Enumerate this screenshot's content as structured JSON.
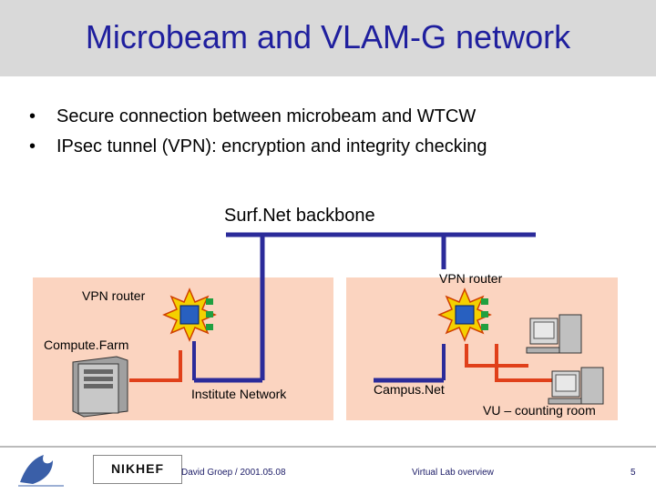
{
  "title": "Microbeam and VLAM-G network",
  "bullets": [
    "Secure connection between microbeam and WTCW",
    "IPsec tunnel (VPN): encryption and integrity checking"
  ],
  "diagram": {
    "backbone_label": "Surf.Net backbone",
    "left_vpn_router": "VPN router",
    "right_vpn_router": "VPN router",
    "compute_farm": "Compute.Farm",
    "institute_network": "Institute Network",
    "campus_net": "Campus.Net",
    "vu_room": "VU – counting room"
  },
  "footer": {
    "logo_text": "NIKHEF",
    "author_date": "David Groep / 2001.05.08",
    "center": "Virtual Lab overview",
    "page": "5"
  },
  "colors": {
    "title": "#1f1f9e",
    "zone_fill": "#fbd4c0",
    "backbone": "#2b2b9a",
    "local_link": "#e0401a"
  }
}
